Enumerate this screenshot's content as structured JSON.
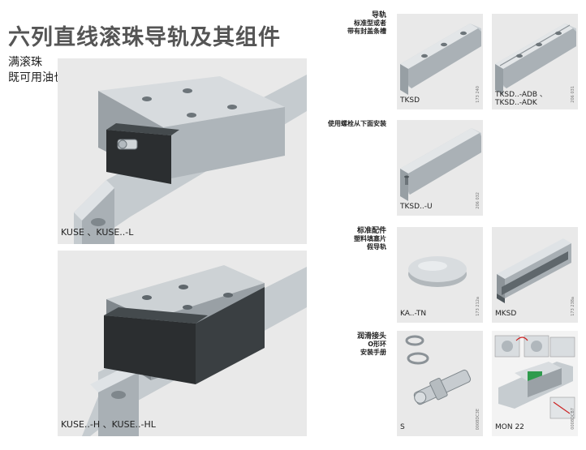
{
  "header": {
    "title": "六列直线滚珠导轨及其组件",
    "subtitle_line1": "满滚珠",
    "subtitle_line2": "既可用油也可用脂润滑"
  },
  "main_cards": [
    {
      "caption": "KUSE 、KUSE..-L"
    },
    {
      "caption": "KUSE..-H 、KUSE..-HL"
    }
  ],
  "sections": {
    "guideway": {
      "heading": "导轨",
      "line1": "标准型或者",
      "line2": "带有封盖条槽"
    },
    "bolt_mount": {
      "heading": "使用螺栓从下面安装"
    },
    "accessories": {
      "heading": "标准配件",
      "line1": "塑料填塞片",
      "line2": "假导轨"
    },
    "lubrication": {
      "heading": "润滑接头",
      "line1": "O形环",
      "line2": "安装手册"
    }
  },
  "small_cards": {
    "tksd": {
      "caption": "TKSD",
      "ref": "173 240"
    },
    "tksd_adb": {
      "caption_line1": "TKSD..-ADB 、",
      "caption_line2": "TKSD..-ADK",
      "ref": "206 031"
    },
    "tksd_u": {
      "caption": "TKSD..-U",
      "ref": "206 032"
    },
    "ka_tn": {
      "caption": "KA..-TN",
      "ref": "173 212a"
    },
    "mksd": {
      "caption": "MKSD",
      "ref": "173 238a"
    },
    "s": {
      "caption": "S",
      "ref": "0008DC3E"
    },
    "mon": {
      "caption": "MON 22",
      "ref": "0008DCB7"
    }
  },
  "colors": {
    "card_bg": "#e9e9e9",
    "steel": "#b9bfc4",
    "dark_steel": "#5f676c",
    "black_seal": "#2b2e30",
    "title_grey": "#555555"
  }
}
